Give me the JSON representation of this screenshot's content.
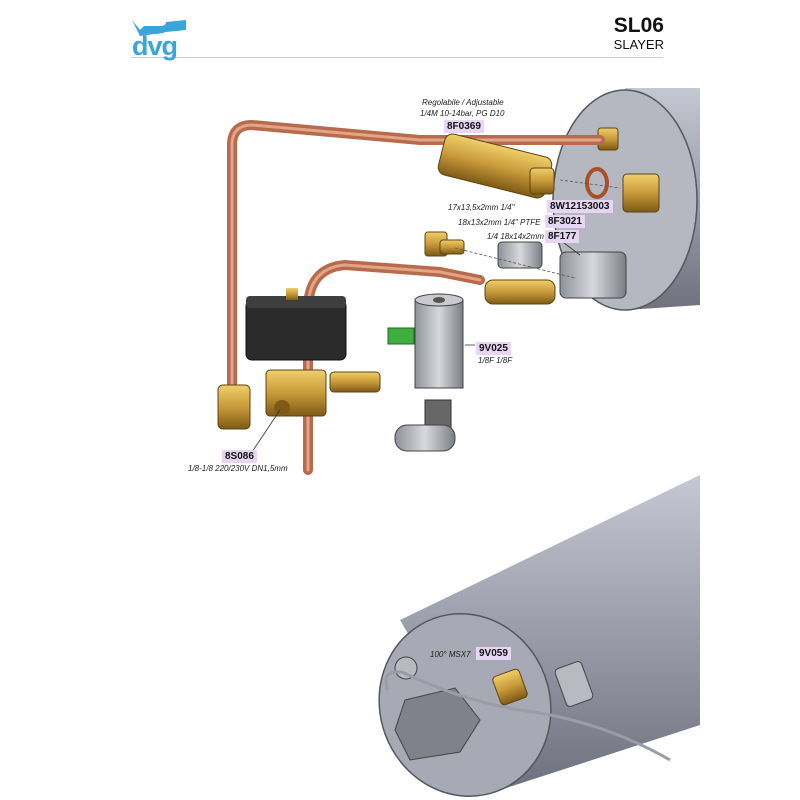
{
  "header": {
    "brand": "dvg",
    "model": "SL06",
    "subtitle": "SLAYER"
  },
  "callouts": {
    "regulator": {
      "note1": "Regolabile / Adjustable",
      "note2": "1/4M 10-14bar, PG D10",
      "code": "8F0369"
    },
    "oring": {
      "note": "17x13,5x2mm 1/4\"",
      "code": "8W12153003"
    },
    "ptfe": {
      "note": "18x13x2mm 1/4\" PTFE",
      "code": "8F3021"
    },
    "fitting": {
      "note": "1/4 18x14x2mm",
      "code": "8F177"
    },
    "spacer": {
      "code": "9V025",
      "note": "1/8F 1/8F"
    },
    "valve": {
      "code": "8S086",
      "note": "1/8-1/8 220/230V DN1,5mm"
    },
    "probe": {
      "note": "100° MSX7",
      "code": "9V059"
    }
  },
  "colors": {
    "brand": "#3aa5d8",
    "copper": "#b86a4c",
    "brass": "#c89a3a",
    "boiler": "#9a9caa",
    "label_bg": "#e6d6f3",
    "green": "#3fae3f"
  }
}
